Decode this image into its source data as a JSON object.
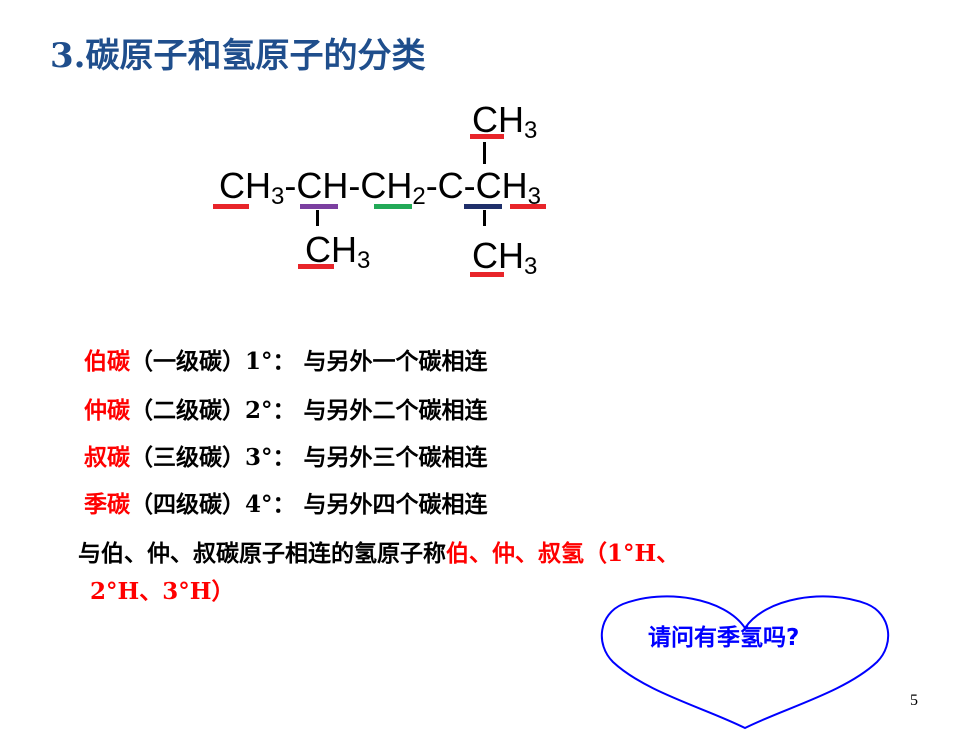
{
  "slide": {
    "title": "3.碳原子和氢原子的分类",
    "page_number": "5"
  },
  "formula": {
    "top_ch3": "CH",
    "top_sub": "3",
    "main_parts": [
      "CH",
      "3",
      "-CH-CH",
      "2",
      "-C-CH",
      "3"
    ],
    "bottom_left": "CH",
    "bottom_left_sub": "3",
    "bottom_right": "CH",
    "bottom_right_sub": "3",
    "colors": {
      "primary": "#e8252a",
      "secondary": "#7b3fa0",
      "tertiary": "#22a957",
      "quaternary": "#1f2f6a"
    }
  },
  "rules": [
    {
      "term": "伯碳",
      "desc": "（一级碳）1°：  与另外一个碳相连"
    },
    {
      "term": "仲碳",
      "desc": "（二级碳）2°：  与另外二个碳相连"
    },
    {
      "term": "叔碳",
      "desc": "（三级碳）3°：  与另外三个碳相连"
    },
    {
      "term": "季碳",
      "desc": "（四级碳）4°：  与另外四个碳相连"
    }
  ],
  "hydrogen": {
    "prefix": "与伯、仲、叔碳原子相连的氢原子称",
    "highlight_line1": "伯、仲、叔氢（1°H、",
    "highlight_line2": "2°H、3°H）"
  },
  "callout": {
    "text": "请问有季氢吗?",
    "border_color": "#0000ff"
  }
}
